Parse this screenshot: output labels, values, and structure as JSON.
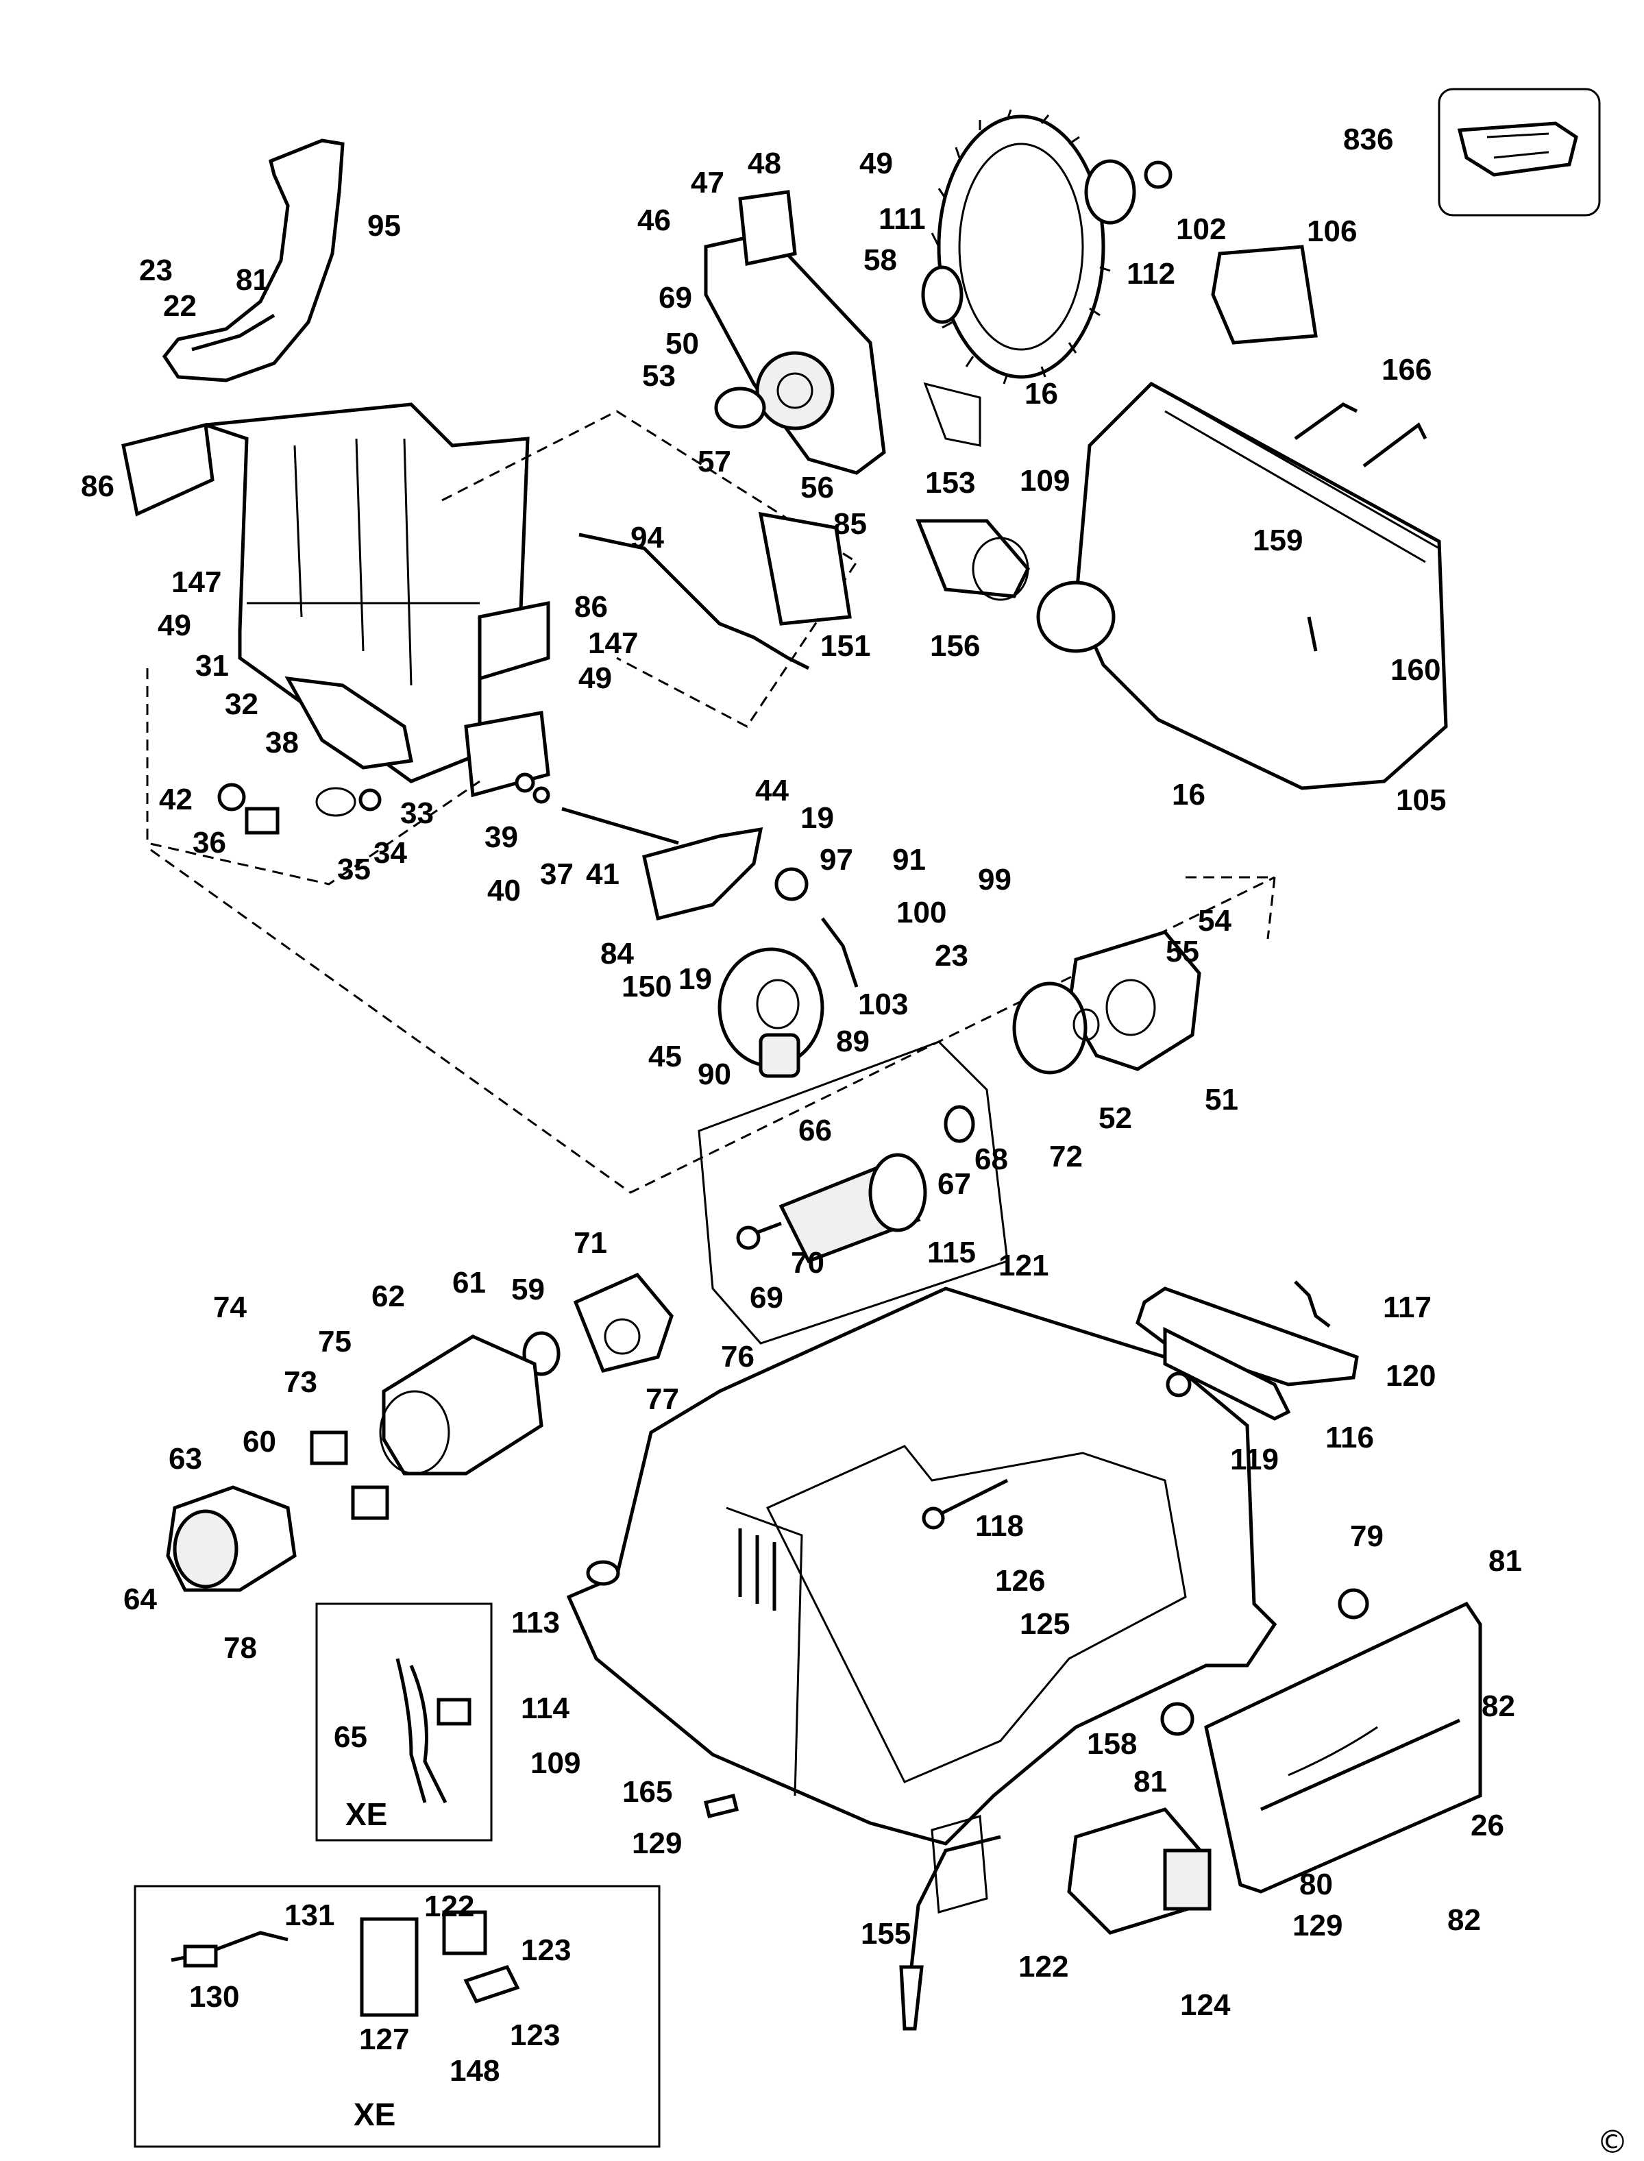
{
  "callouts": [
    {
      "id": "836",
      "text": "836"
    },
    {
      "id": "95",
      "text": "95"
    },
    {
      "id": "81a",
      "text": "81"
    },
    {
      "id": "23a",
      "text": "23"
    },
    {
      "id": "22",
      "text": "22"
    },
    {
      "id": "47",
      "text": "47"
    },
    {
      "id": "48",
      "text": "48"
    },
    {
      "id": "49a",
      "text": "49"
    },
    {
      "id": "46",
      "text": "46"
    },
    {
      "id": "111",
      "text": "111"
    },
    {
      "id": "58",
      "text": "58"
    },
    {
      "id": "102",
      "text": "102"
    },
    {
      "id": "112",
      "text": "112"
    },
    {
      "id": "106",
      "text": "106"
    },
    {
      "id": "69a",
      "text": "69"
    },
    {
      "id": "50",
      "text": "50"
    },
    {
      "id": "53",
      "text": "53"
    },
    {
      "id": "16a",
      "text": "16"
    },
    {
      "id": "166",
      "text": "166"
    },
    {
      "id": "57",
      "text": "57"
    },
    {
      "id": "56",
      "text": "56"
    },
    {
      "id": "153",
      "text": "153"
    },
    {
      "id": "109a",
      "text": "109"
    },
    {
      "id": "86a",
      "text": "86"
    },
    {
      "id": "85",
      "text": "85"
    },
    {
      "id": "94",
      "text": "94"
    },
    {
      "id": "147a",
      "text": "147"
    },
    {
      "id": "159",
      "text": "159"
    },
    {
      "id": "49b",
      "text": "49"
    },
    {
      "id": "151",
      "text": "151"
    },
    {
      "id": "156",
      "text": "156"
    },
    {
      "id": "86b",
      "text": "86"
    },
    {
      "id": "147b",
      "text": "147"
    },
    {
      "id": "49c",
      "text": "49"
    },
    {
      "id": "160",
      "text": "160"
    },
    {
      "id": "31",
      "text": "31"
    },
    {
      "id": "32",
      "text": "32"
    },
    {
      "id": "38",
      "text": "38"
    },
    {
      "id": "105",
      "text": "105"
    },
    {
      "id": "16b",
      "text": "16"
    },
    {
      "id": "42",
      "text": "42"
    },
    {
      "id": "33",
      "text": "33"
    },
    {
      "id": "44",
      "text": "44"
    },
    {
      "id": "19a",
      "text": "19"
    },
    {
      "id": "36",
      "text": "36"
    },
    {
      "id": "39",
      "text": "39"
    },
    {
      "id": "34",
      "text": "34"
    },
    {
      "id": "35",
      "text": "35"
    },
    {
      "id": "97",
      "text": "97"
    },
    {
      "id": "91",
      "text": "91"
    },
    {
      "id": "40",
      "text": "40"
    },
    {
      "id": "37",
      "text": "37"
    },
    {
      "id": "41",
      "text": "41"
    },
    {
      "id": "99",
      "text": "99"
    },
    {
      "id": "54",
      "text": "54"
    },
    {
      "id": "100",
      "text": "100"
    },
    {
      "id": "55",
      "text": "55"
    },
    {
      "id": "84",
      "text": "84"
    },
    {
      "id": "23b",
      "text": "23"
    },
    {
      "id": "150",
      "text": "150"
    },
    {
      "id": "19b",
      "text": "19"
    },
    {
      "id": "103",
      "text": "103"
    },
    {
      "id": "45",
      "text": "45"
    },
    {
      "id": "89",
      "text": "89"
    },
    {
      "id": "90",
      "text": "90"
    },
    {
      "id": "51",
      "text": "51"
    },
    {
      "id": "52",
      "text": "52"
    },
    {
      "id": "66",
      "text": "66"
    },
    {
      "id": "68",
      "text": "68"
    },
    {
      "id": "67",
      "text": "67"
    },
    {
      "id": "72",
      "text": "72"
    },
    {
      "id": "70",
      "text": "70"
    },
    {
      "id": "115",
      "text": "115"
    },
    {
      "id": "121",
      "text": "121"
    },
    {
      "id": "71",
      "text": "71"
    },
    {
      "id": "69b",
      "text": "69"
    },
    {
      "id": "117",
      "text": "117"
    },
    {
      "id": "74",
      "text": "74"
    },
    {
      "id": "62",
      "text": "62"
    },
    {
      "id": "61",
      "text": "61"
    },
    {
      "id": "59",
      "text": "59"
    },
    {
      "id": "120",
      "text": "120"
    },
    {
      "id": "75",
      "text": "75"
    },
    {
      "id": "76",
      "text": "76"
    },
    {
      "id": "73",
      "text": "73"
    },
    {
      "id": "77",
      "text": "77"
    },
    {
      "id": "116",
      "text": "116"
    },
    {
      "id": "63",
      "text": "63"
    },
    {
      "id": "60",
      "text": "60"
    },
    {
      "id": "119",
      "text": "119"
    },
    {
      "id": "118",
      "text": "118"
    },
    {
      "id": "79",
      "text": "79"
    },
    {
      "id": "64",
      "text": "64"
    },
    {
      "id": "81b",
      "text": "81"
    },
    {
      "id": "126",
      "text": "126"
    },
    {
      "id": "78",
      "text": "78"
    },
    {
      "id": "125",
      "text": "125"
    },
    {
      "id": "113",
      "text": "113"
    },
    {
      "id": "82a",
      "text": "82"
    },
    {
      "id": "114",
      "text": "114"
    },
    {
      "id": "65",
      "text": "65"
    },
    {
      "id": "109b",
      "text": "109"
    },
    {
      "id": "158",
      "text": "158"
    },
    {
      "id": "81c",
      "text": "81"
    },
    {
      "id": "26",
      "text": "26"
    },
    {
      "id": "165",
      "text": "165"
    },
    {
      "id": "129a",
      "text": "129"
    },
    {
      "id": "80",
      "text": "80"
    },
    {
      "id": "82b",
      "text": "82"
    },
    {
      "id": "131",
      "text": "131"
    },
    {
      "id": "122a",
      "text": "122"
    },
    {
      "id": "155",
      "text": "155"
    },
    {
      "id": "122b",
      "text": "122"
    },
    {
      "id": "129b",
      "text": "129"
    },
    {
      "id": "123a",
      "text": "123"
    },
    {
      "id": "130",
      "text": "130"
    },
    {
      "id": "124",
      "text": "124"
    },
    {
      "id": "127",
      "text": "127"
    },
    {
      "id": "123b",
      "text": "123"
    },
    {
      "id": "148",
      "text": "148"
    }
  ],
  "inset_labels": {
    "xe_motor": "XE",
    "xe_plug": "XE"
  },
  "copyright": "©"
}
